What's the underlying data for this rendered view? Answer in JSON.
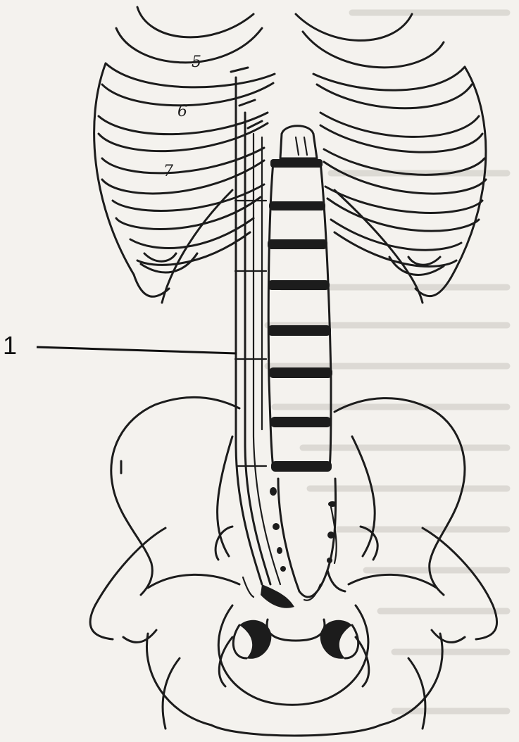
{
  "figure": {
    "pointer_label": "1",
    "rib_labels": [
      "5",
      "6",
      "7"
    ]
  }
}
